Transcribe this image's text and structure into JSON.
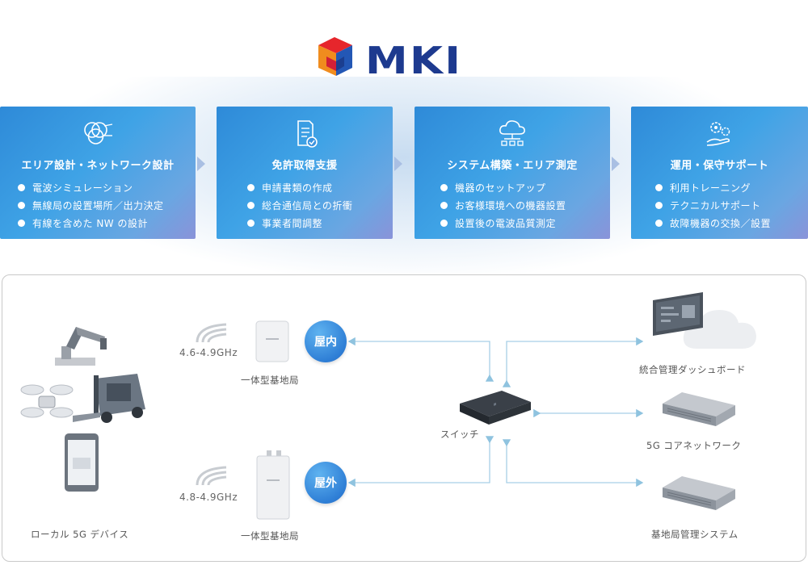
{
  "logo": {
    "text": "MKI"
  },
  "services": [
    {
      "title": "エリア設計・ネットワーク設計",
      "icon": "circles-overlap-icon",
      "items": [
        "電波シミュレーション",
        "無線局の設置場所／出力決定",
        "有線を含めた NW の設計"
      ]
    },
    {
      "title": "免許取得支援",
      "icon": "document-check-icon",
      "items": [
        "申請書類の作成",
        "総合通信局との折衝",
        "事業者間調整"
      ]
    },
    {
      "title": "システム構築・エリア測定",
      "icon": "cloud-network-icon",
      "items": [
        "機器のセットアップ",
        "お客様環境への機器設置",
        "設置後の電波品質測定"
      ]
    },
    {
      "title": "運用・保守サポート",
      "icon": "hand-gear-icon",
      "items": [
        "利用トレーニング",
        "テクニカルサポート",
        "故障機器の交換／設置"
      ]
    }
  ],
  "diagram": {
    "devices_label": "ローカル 5G デバイス",
    "indoor": {
      "freq": "4.6-4.9GHz",
      "station_label": "一体型基地局",
      "badge": "屋内"
    },
    "outdoor": {
      "freq": "4.8-4.9GHz",
      "station_label": "一体型基地局",
      "badge": "屋外"
    },
    "switch_label": "スイッチ",
    "dashboard_label": "統合管理ダッシュボード",
    "core_label": "5G コアネットワーク",
    "mgmt_label": "基地局管理システム"
  },
  "colors": {
    "accent": "#2f8ad8",
    "brand": "#1d3a8f",
    "connector": "#a7cfe6"
  }
}
